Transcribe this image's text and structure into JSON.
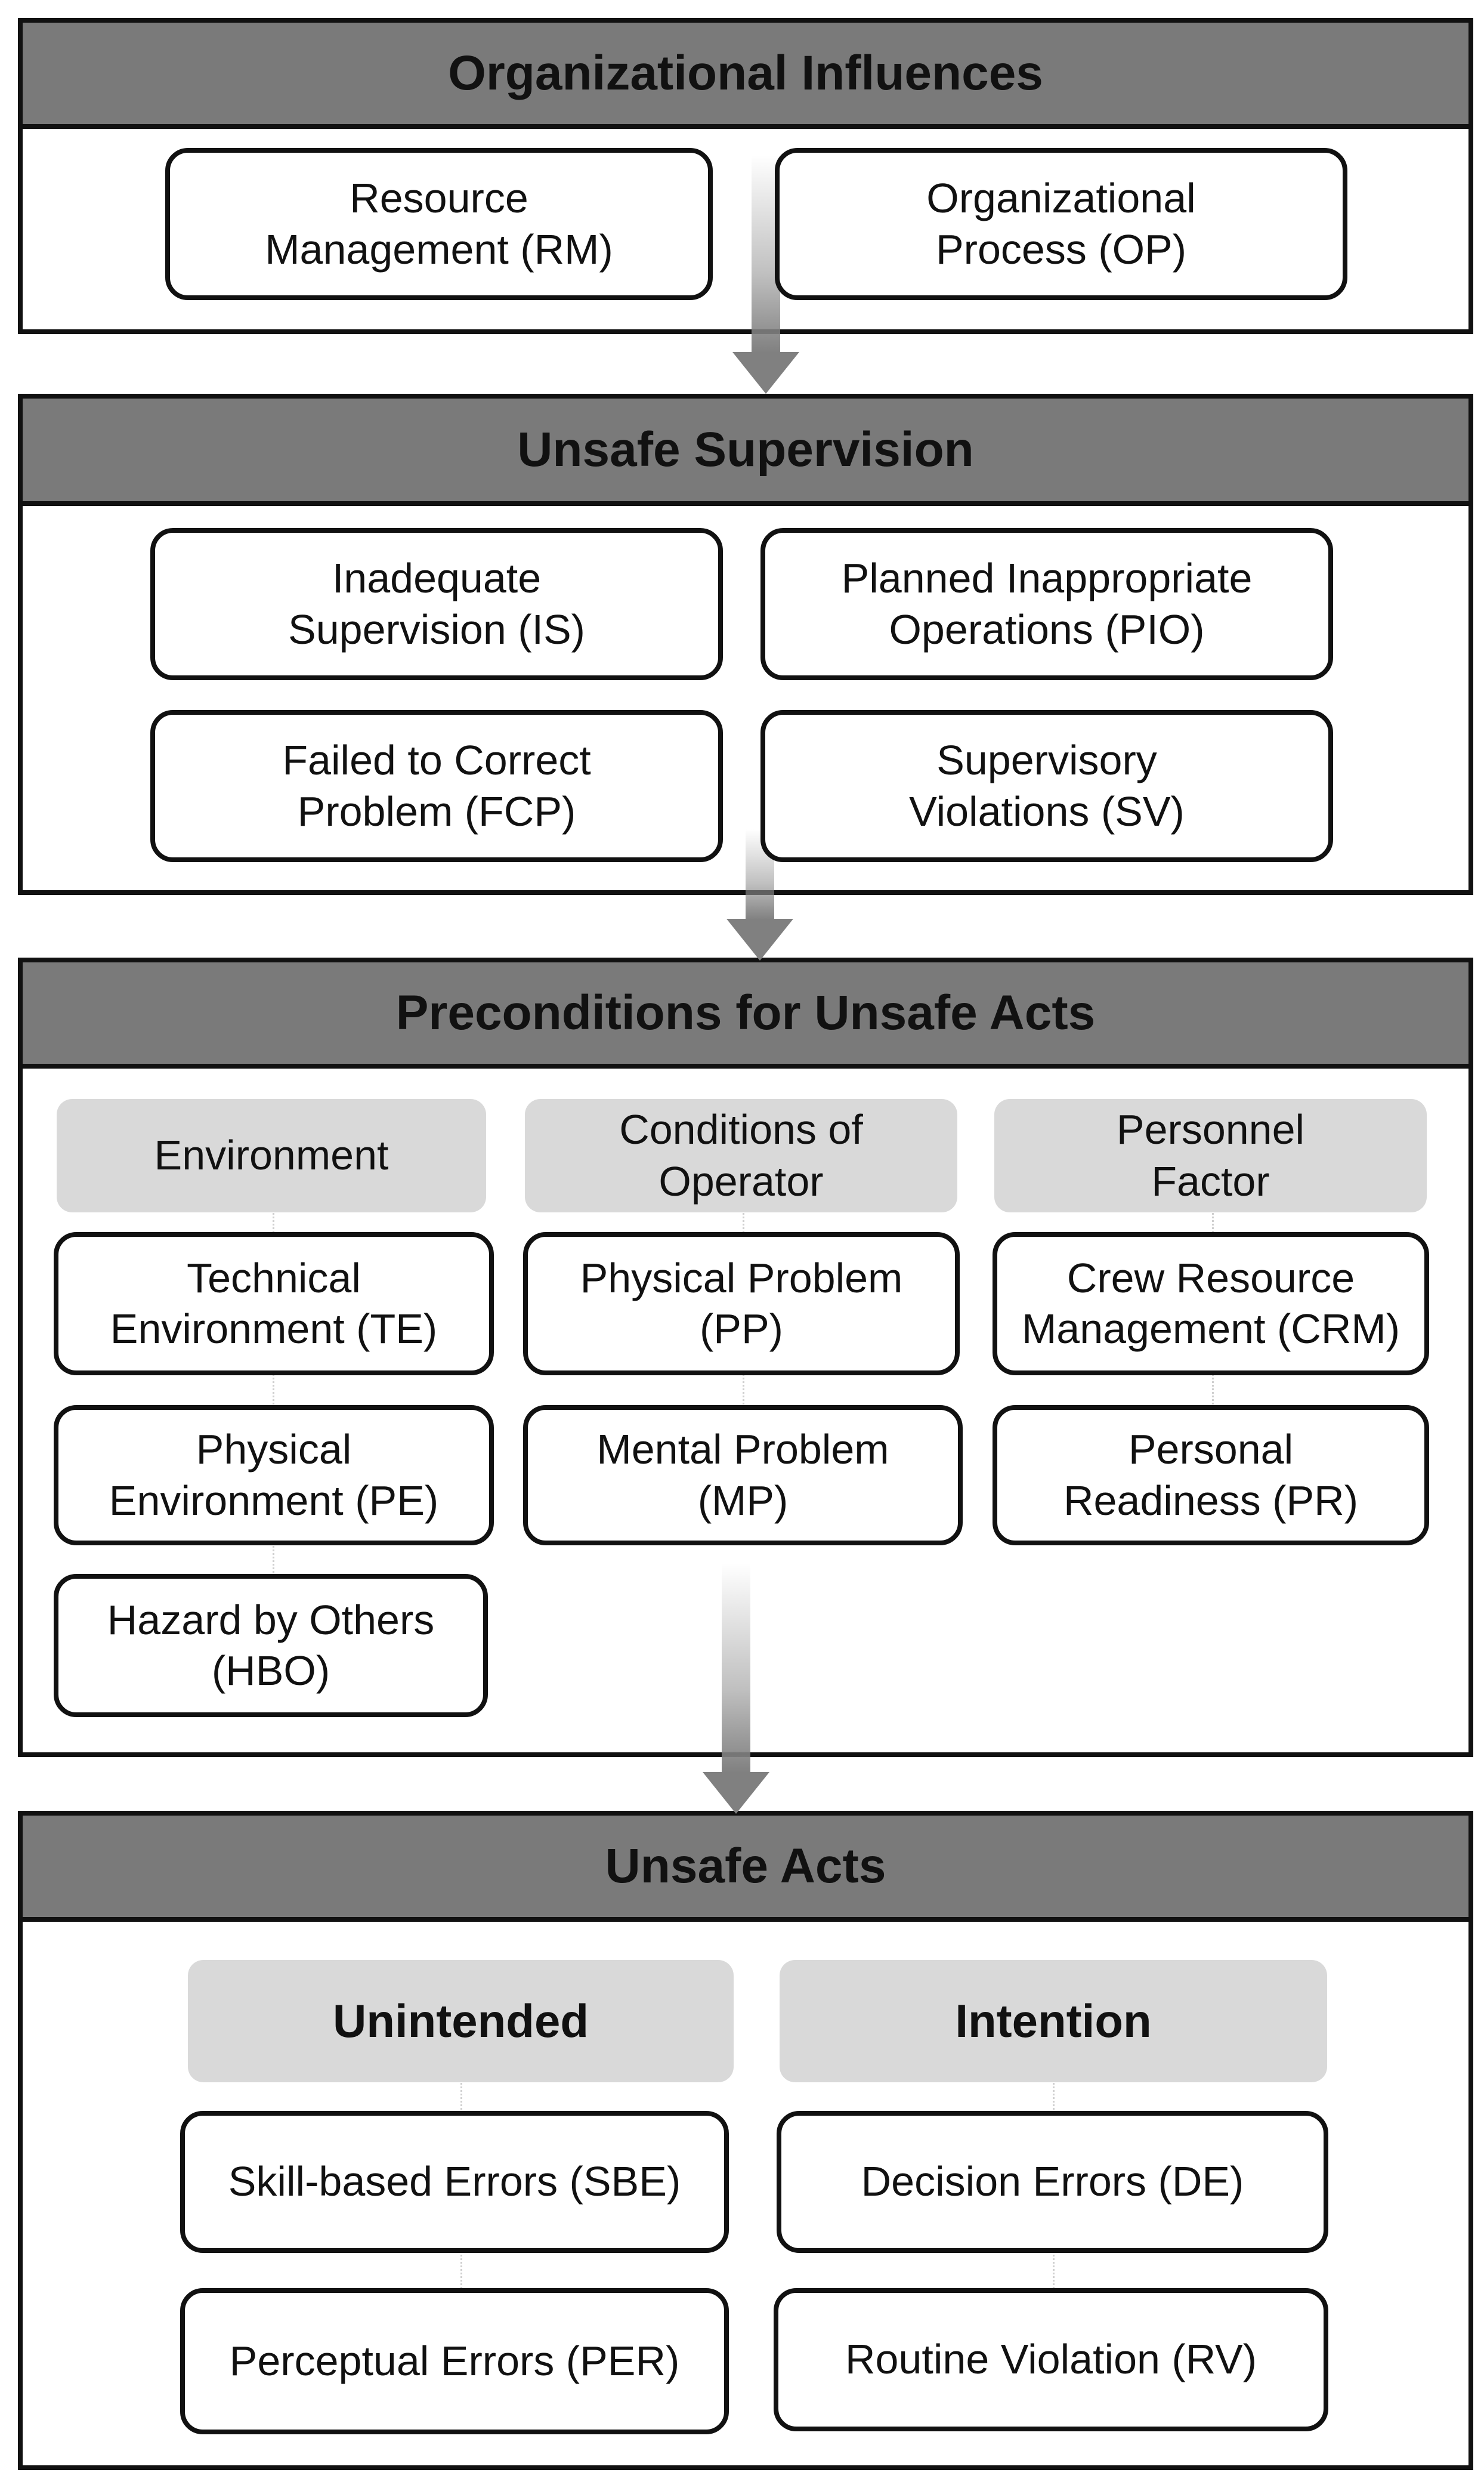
{
  "colors": {
    "header_fill": "#7a7a7a",
    "category_fill": "#d9d9d9",
    "arrow": "#808080",
    "border": "#111111"
  },
  "sections": {
    "organizational_influences": {
      "title": "Organizational Influences",
      "items": [
        "Resource\nManagement (RM)",
        "Organizational\nProcess (OP)"
      ]
    },
    "unsafe_supervision": {
      "title": "Unsafe Supervision",
      "items": [
        "Inadequate\nSupervision (IS)",
        "Planned Inappropriate\nOperations (PIO)",
        "Failed to Correct\nProblem (FCP)",
        "Supervisory\nViolations (SV)"
      ]
    },
    "preconditions": {
      "title": "Preconditions for Unsafe Acts",
      "categories": [
        "Environment",
        "Conditions of\nOperator",
        "Personnel\nFactor"
      ],
      "environment": [
        "Technical\nEnvironment (TE)",
        "Physical\nEnvironment (PE)",
        "Hazard by Others\n(HBO)"
      ],
      "operator": [
        "Physical Problem\n(PP)",
        "Mental Problem\n(MP)"
      ],
      "personnel": [
        "Crew Resource\nManagement (CRM)",
        "Personal\nReadiness (PR)"
      ]
    },
    "unsafe_acts": {
      "title": "Unsafe Acts",
      "categories": [
        "Unintended",
        "Intention"
      ],
      "unintended": [
        "Skill-based Errors (SBE)",
        "Perceptual Errors (PER)"
      ],
      "intention": [
        "Decision Errors (DE)",
        "Routine Violation (RV)"
      ]
    }
  }
}
